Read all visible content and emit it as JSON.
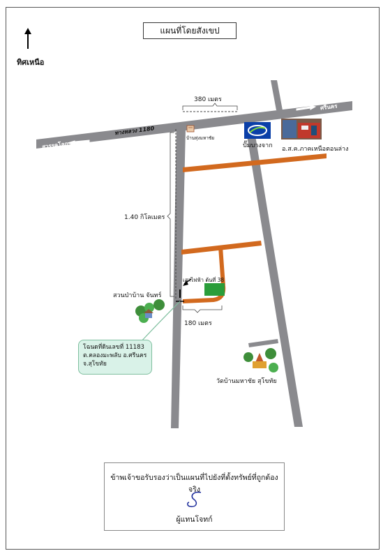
{
  "title": "แผนที่โดยสังเขป",
  "north_label": "ทิศเหนือ",
  "highway_label": "ทางหลวง 1180",
  "direction_west": "สวรรคโลก",
  "direction_east": "ศรีนคร",
  "dist_top": "380 เมตร",
  "dist_side": "1.40 กิโลเมตร",
  "dist_bottom": "180 เมตร",
  "landmarks": {
    "bus_stop": "บ้านทุ่งมหาชัย",
    "gas_station": "ปั๊มบางจาก",
    "coop": "อ.ส.ค.ภาคเหนือตอนล่าง",
    "pole": "เสาไฟฟ้า ต้นที่ 38",
    "park": "สวนป่าบ้าน จันทร์",
    "temple": "วัดบ้านมหาชัย สุโขทัย"
  },
  "callout": {
    "line1": "โฉนดที่ดินเลขที่ 11183",
    "line2": "ต.คลองมะพลับ อ.ศรีนคร",
    "line3": "จ.สุโขทัย"
  },
  "certification": {
    "text": "ข้าพเจ้าขอรับรองว่าเป็นแผนที่ไปยังที่ตั้งทรัพย์ที่ถูกต้องจริง",
    "signer": "ผู้แทนโจทก์"
  },
  "colors": {
    "road": "#8a8a8e",
    "side_road": "#d2691e",
    "plot": "#2a9d3a",
    "callout_bg": "#d9f2e8"
  }
}
